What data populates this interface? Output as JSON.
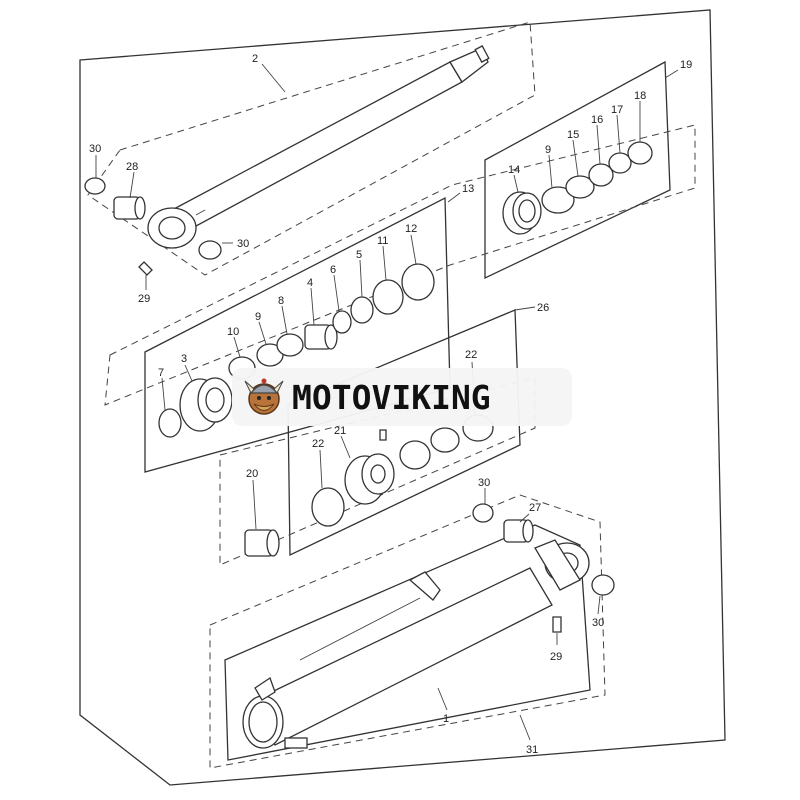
{
  "callouts": {
    "c1": "1",
    "c2": "2",
    "c3": "3",
    "c4": "4",
    "c5": "5",
    "c6": "6",
    "c7": "7",
    "c8": "8",
    "c9a": "9",
    "c9b": "9",
    "c10": "10",
    "c11": "11",
    "c12": "12",
    "c13": "13",
    "c14": "14",
    "c15": "15",
    "c16": "16",
    "c17": "17",
    "c18": "18",
    "c19": "19",
    "c20": "20",
    "c21": "21",
    "c22a": "22",
    "c22b": "22",
    "c26": "26",
    "c27": "27",
    "c28": "28",
    "c29a": "29",
    "c29b": "29",
    "c30a": "30",
    "c30b": "30",
    "c30c": "30",
    "c30d": "30",
    "c31": "31"
  },
  "watermark": {
    "text": "MOTOVIKING",
    "logo_icon": "viking-mascot-icon"
  },
  "colors": {
    "line": "#333333",
    "background": "#ffffff",
    "watermark_bg": "#f3f3f3"
  }
}
